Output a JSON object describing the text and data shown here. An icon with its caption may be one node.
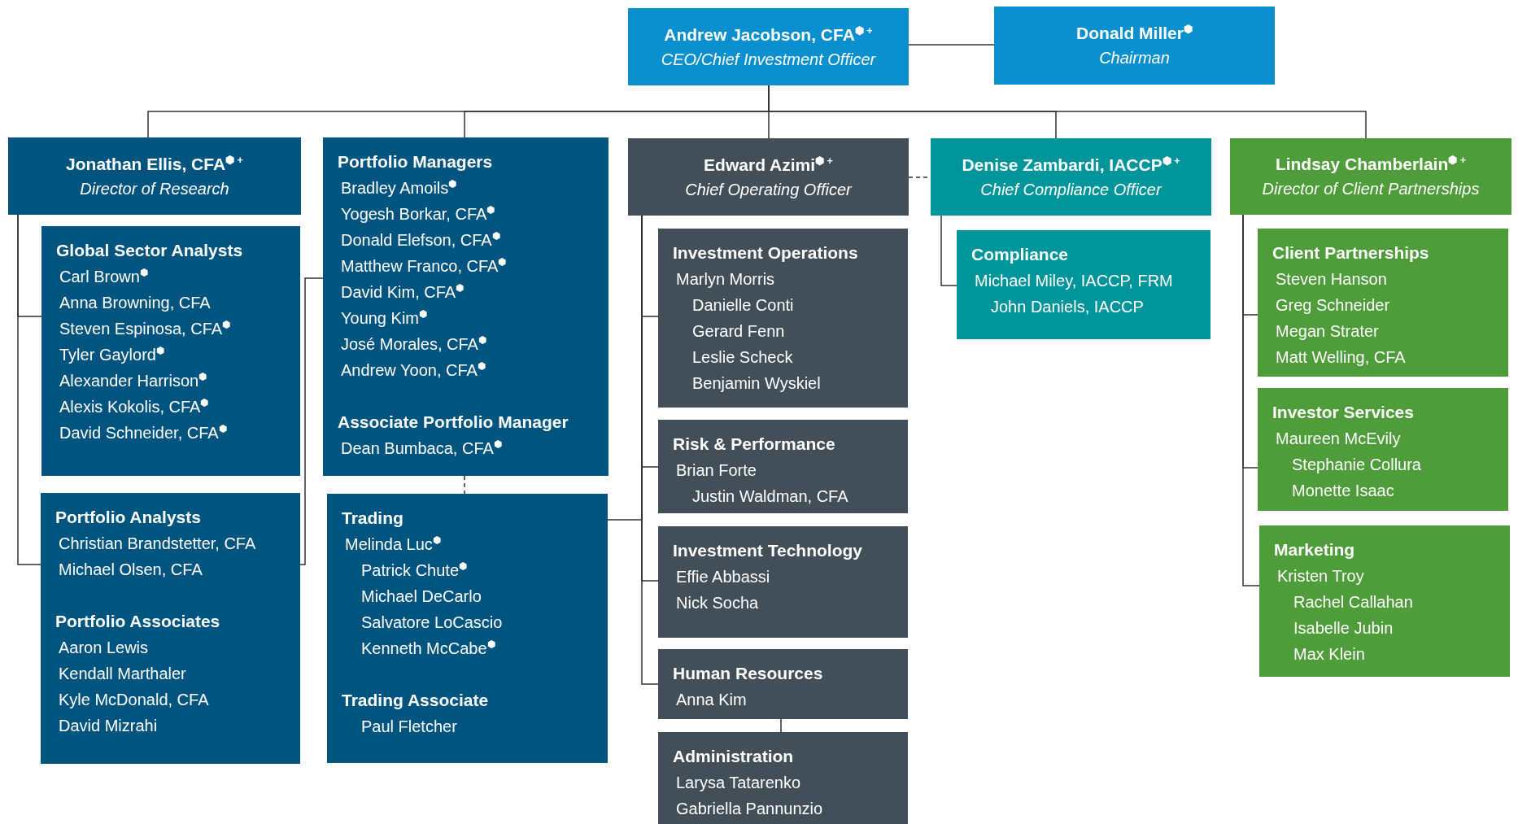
{
  "diagram": {
    "nodes": [
      {
        "text": [
          "Andrew Jacobson, CFA$^{⬢ +}$",
          "CEO/Chief Investment Officer"
        ]
      },
      {
        "text": [
          "Donald Miller$^{⬢}$",
          "Chairman"
        ]
      },
      {
        "text": [
          "Jonathan Ellis, CFA$^{⬢ +}$",
          "Director of Research"
        ]
      },
      {
        "text": [
          "Portfolio Managers",
          "Bradley Amoils$^{⬢}$",
          "Yogesh Borkar, CFA$^{⬢}$",
          "Donald Elefson, CFA$^{⬢}$",
          "Matthew Franco, CFA$^{⬢}$",
          "David Kim, CFA$^{⬢}$",
          "Young Kim$^{⬢}$",
          "José  Morales, CFA$^{⬢}$",
          "Andrew Yoon, CFA$^{⬢}$",
          "Associate Portfolio Manager",
          "Dean Bumbaca, CFA$^{⬢}$"
        ]
      },
      {
        "text": [
          "Edward Azimi$^{⬢ +}$",
          "Chief Operating Officer"
        ]
      },
      {
        "text": [
          "Denise Zambardi, IACCP$^{⬢ +}$",
          "Chief Compliance Officer"
        ]
      },
      {
        "text": [
          "Lindsay Chamberlain$^{⬢ +}$",
          "Director of Client Partnerships"
        ]
      },
      {
        "text": [
          "Global Sector Analysts",
          "Carl Brown$^{⬢}$",
          "Anna Browning, CFA",
          "Steven Espinosa, CFA$^{⬢}$",
          "Tyler Gaylord$^{⬢}$",
          "Alexander Harrison$^{⬢}$",
          "Alexis Kokolis, CFA$^{⬢}$",
          "David Schneider, CFA$^{⬢}$"
        ]
      },
      {
        "text": [
          "Portfolio Analysts",
          "Christian Brandstetter, CFA",
          "Michael Olsen, CFA",
          "Portfolio Associates",
          "Aaron Lewis",
          "Kendall Marthaler",
          "Kyle McDonald, CFA",
          "David Mizrahi"
        ]
      },
      {
        "text": [
          "Trading",
          "Melinda Luc$^{⬢}$",
          "Patrick Chute$^{⬢}$",
          "Michael DeCarlo",
          "Salvatore LoCascio",
          "Kenneth McCabe$^{⬢}$",
          "Trading Associate",
          "Paul Fletcher"
        ]
      },
      {
        "text": [
          "Investment Operations",
          "Marlyn Morris",
          "Danielle Conti",
          "Gerard Fenn",
          "Leslie Scheck",
          "Benjamin Wyskiel"
        ]
      },
      {
        "text": [
          "Risk & Performance",
          "Brian Forte",
          "Justin Waldman, CFA"
        ]
      },
      {
        "text": [
          "Investment Technology",
          "Effie Abbassi",
          "Nick Socha"
        ]
      },
      {
        "text": [
          "Human Resources",
          "Anna Kim"
        ]
      },
      {
        "text": [
          "Administration",
          "Larysa Tatarenko",
          "Gabriella Pannunzio"
        ]
      },
      {
        "text": [
          "Compliance",
          "Michael Miley, IACCP, FRM",
          "John Daniels, IACCP"
        ]
      },
      {
        "text": [
          "Client Partnerships",
          "Steven Hanson",
          "Greg Schneider",
          "Megan Strater",
          "Matt Welling, CFA"
        ]
      },
      {
        "text": [
          "Investor Services",
          "Maureen McEvily",
          "Stephanie Collura",
          "Monette Isaac"
        ]
      },
      {
        "text": [
          "Marketing",
          "Kristen Troy",
          "Rachel Callahan",
          "Isabelle Jubin",
          "Max Klein"
        ]
      }
    ],
    "edges": [
      {
        "from": 0,
        "to": 1,
        "arrow": "none"
      },
      {
        "from": 0,
        "to": 2,
        "arrow": "none"
      },
      {
        "from": 0,
        "to": 3,
        "arrow": "none"
      },
      {
        "from": 0,
        "to": 4,
        "arrow": "none"
      },
      {
        "from": 0,
        "to": 5,
        "arrow": "none"
      },
      {
        "from": 0,
        "to": 6,
        "arrow": "none"
      },
      {
        "from": 4,
        "to": 5,
        "arrow": "none",
        "style": "dashed"
      },
      {
        "from": 2,
        "to": 7,
        "arrow": "none"
      },
      {
        "from": 2,
        "to": 8,
        "arrow": "none"
      },
      {
        "from": 3,
        "to": 8,
        "arrow": "none"
      },
      {
        "from": 3,
        "to": 9,
        "arrow": "none",
        "style": "dashed"
      },
      {
        "from": 4,
        "to": 9,
        "arrow": "none"
      },
      {
        "from": 4,
        "to": 10,
        "arrow": "none"
      },
      {
        "from": 4,
        "to": 11,
        "arrow": "none"
      },
      {
        "from": 4,
        "to": 12,
        "arrow": "none"
      },
      {
        "from": 4,
        "to": 13,
        "arrow": "none"
      },
      {
        "from": 13,
        "to": 14,
        "arrow": "none"
      },
      {
        "from": 5,
        "to": 15,
        "arrow": "none"
      },
      {
        "from": 6,
        "to": 16,
        "arrow": "none"
      },
      {
        "from": 6,
        "to": 17,
        "arrow": "none"
      },
      {
        "from": 6,
        "to": 18,
        "arrow": "none"
      }
    ]
  }
}
